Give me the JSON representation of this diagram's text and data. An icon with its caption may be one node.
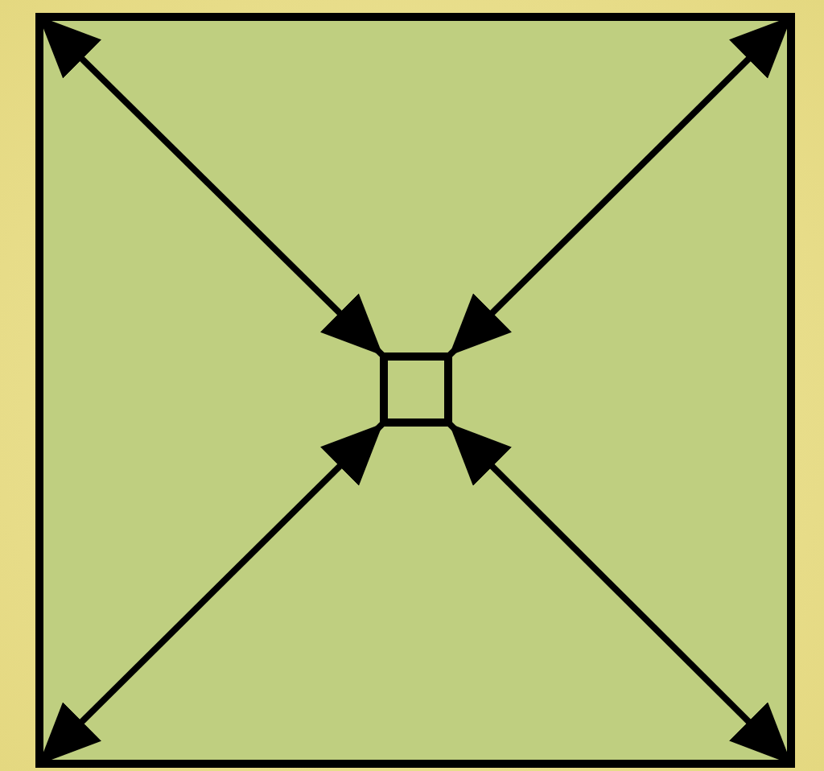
{
  "diagram": {
    "nodes": [
      {
        "text": [],
        "shape": "box"
      },
      {
        "text": [],
        "shape": "box",
        "in": 0
      }
    ],
    "edges": [
      {
        "from": 1,
        "to": 0,
        "arrow": "both"
      },
      {
        "from": 1,
        "to": 0,
        "arrow": "both"
      },
      {
        "from": 1,
        "to": 0,
        "arrow": "both"
      },
      {
        "from": 1,
        "to": 0,
        "arrow": "both"
      }
    ]
  }
}
